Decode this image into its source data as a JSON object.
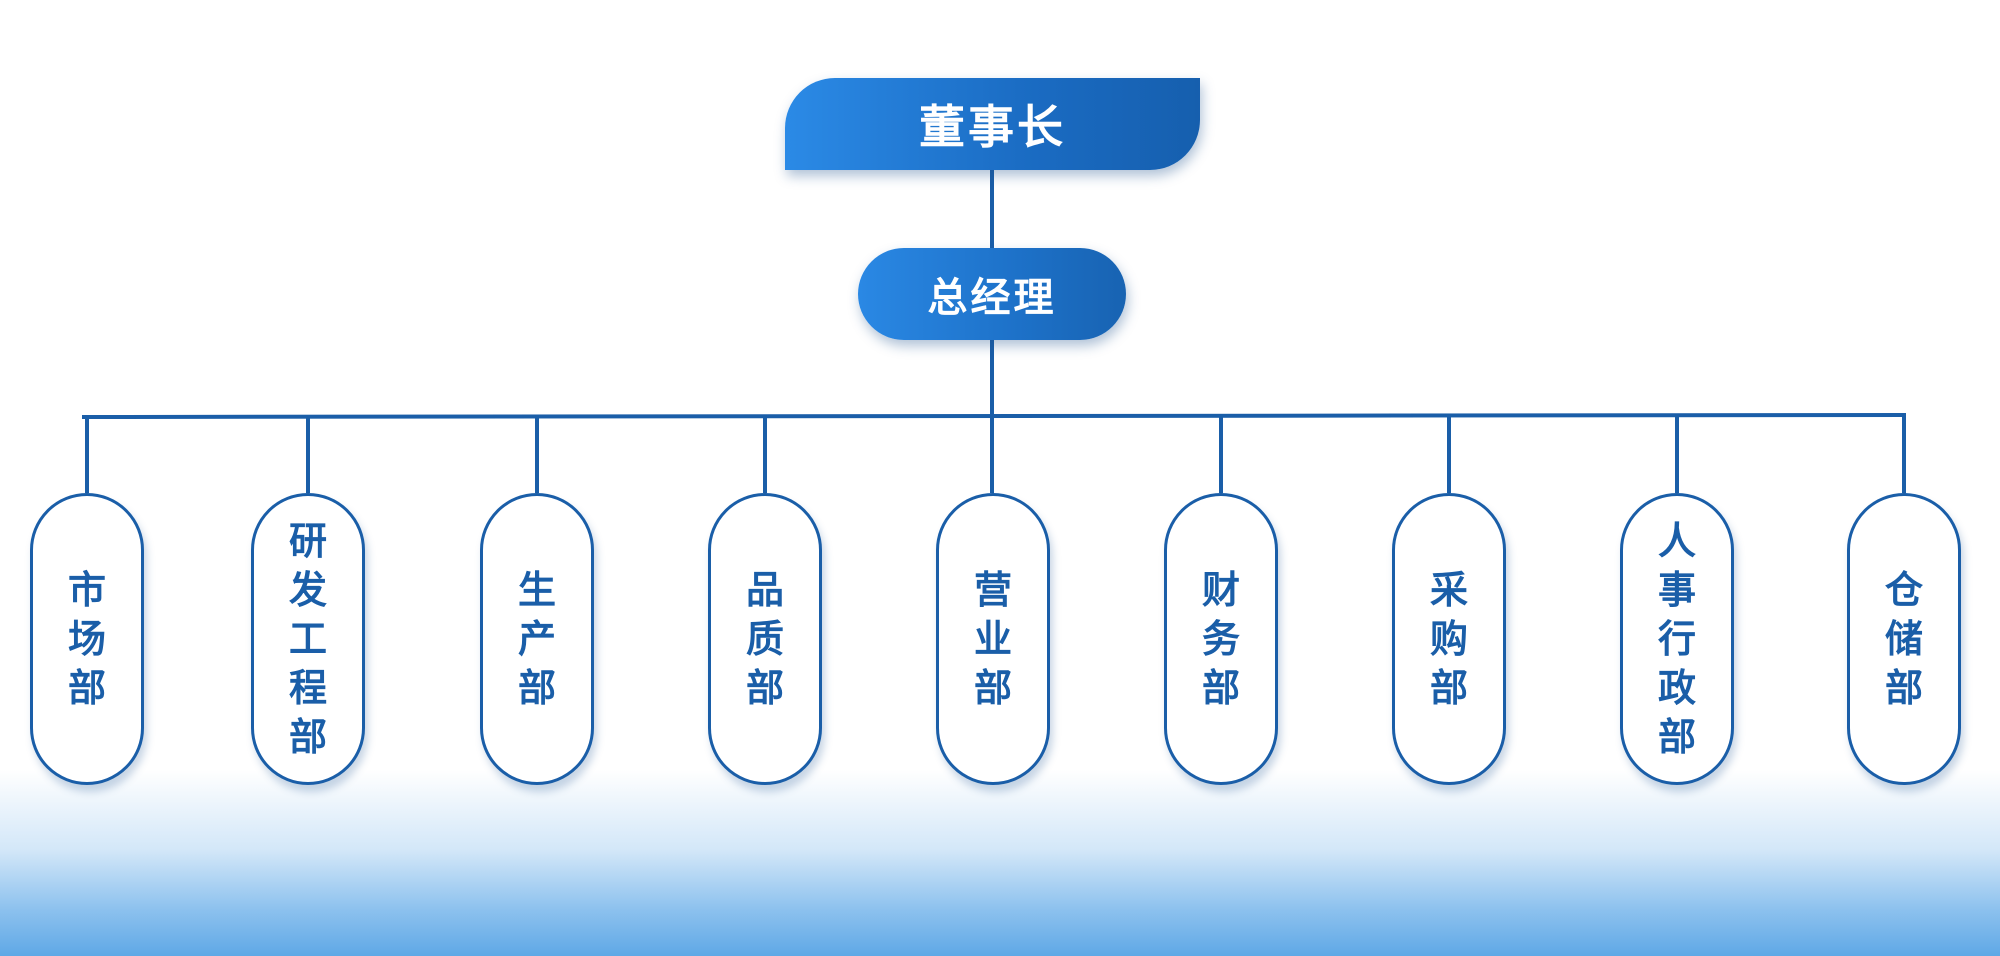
{
  "chairman": "董事长",
  "general_manager": "总经理",
  "departments": [
    {
      "name": "市场部"
    },
    {
      "name": "研发工程部"
    },
    {
      "name": "生产部"
    },
    {
      "name": "品质部"
    },
    {
      "name": "营业部"
    },
    {
      "name": "财务部"
    },
    {
      "name": "采购部"
    },
    {
      "name": "人事行政部"
    },
    {
      "name": "仓储部"
    }
  ],
  "colors": {
    "line": "#1a5ea8",
    "header_fill": "#1f77d0",
    "department_text": "#1a5ea8",
    "department_border": "#1a5ea8"
  }
}
